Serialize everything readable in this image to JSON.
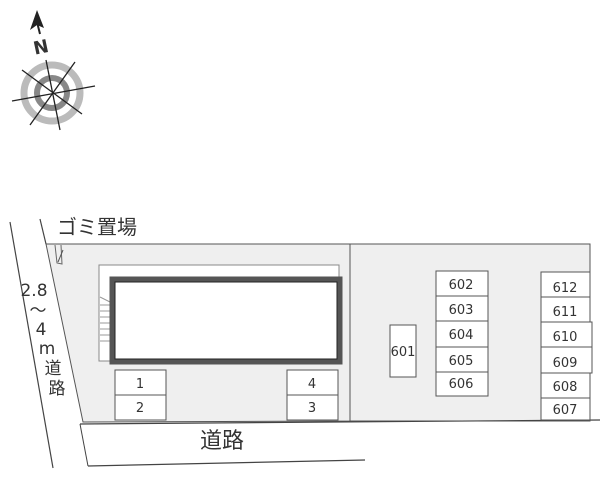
{
  "compass": {
    "label": "N",
    "icon": "compass-rose-icon"
  },
  "labels": {
    "garbage_area": "ゴミ置場",
    "side_road": [
      "2.8",
      "〜",
      "4",
      "m",
      "道",
      "路"
    ],
    "front_road": "道路"
  },
  "parking_left": [
    "1",
    "2",
    "4",
    "3"
  ],
  "parking_right": {
    "single": "601",
    "column_a": [
      "602",
      "603",
      "604",
      "605",
      "606"
    ],
    "column_b": [
      "612",
      "611",
      "610",
      "609",
      "608",
      "607"
    ]
  },
  "colors": {
    "lot_fill": "#efefef",
    "building_border": "#555555",
    "line": "#444444"
  }
}
